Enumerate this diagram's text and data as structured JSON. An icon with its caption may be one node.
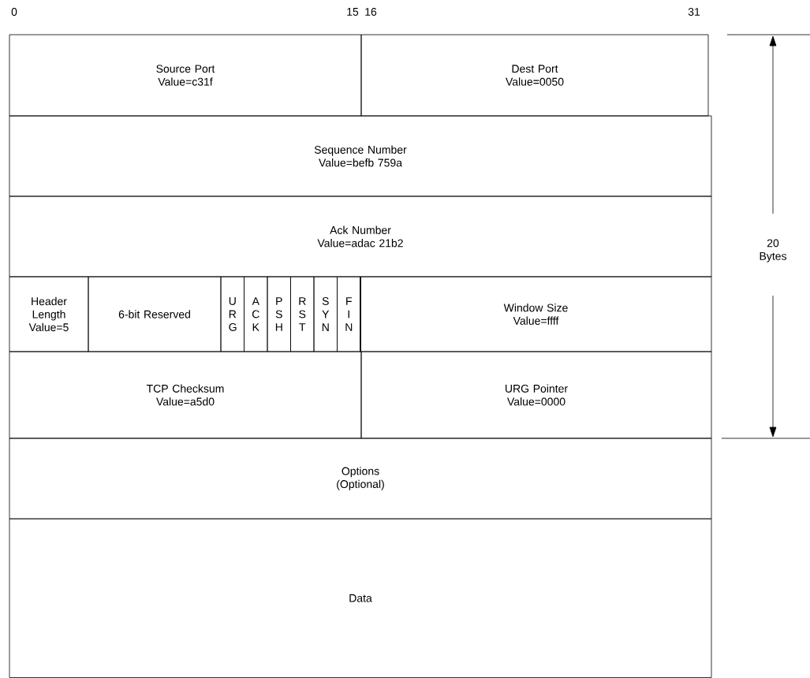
{
  "diagram": {
    "nodes": [
      {
        "text": [
          "Source Port",
          "Value=c31f"
        ]
      },
      {
        "text": [
          "Dest Port",
          "Value=0050"
        ]
      },
      {
        "text": [
          "Sequence Number",
          "Value=befb 759a"
        ]
      },
      {
        "text": [
          "Ack Number",
          "Value=adac 21b2"
        ]
      },
      {
        "text": [
          "Header Length",
          "Value=5"
        ]
      },
      {
        "text": [
          "6-bit Reserved"
        ]
      },
      {
        "text": [
          "U R G"
        ]
      },
      {
        "text": [
          "A C K"
        ]
      },
      {
        "text": [
          "P S H"
        ]
      },
      {
        "text": [
          "R S T"
        ]
      },
      {
        "text": [
          "S Y N"
        ]
      },
      {
        "text": [
          "F I N"
        ]
      },
      {
        "text": [
          "Window Size",
          "Value=ffff"
        ]
      },
      {
        "text": [
          "TCP Checksum",
          "Value=a5d0"
        ]
      },
      {
        "text": [
          "URG Pointer",
          "Value=0000"
        ]
      },
      {
        "text": [
          "Options",
          "(Optional)"
        ]
      },
      {
        "text": [
          "Data"
        ]
      }
    ],
    "labels": [
      "0",
      "15",
      "16",
      "31",
      "20 Bytes"
    ]
  }
}
